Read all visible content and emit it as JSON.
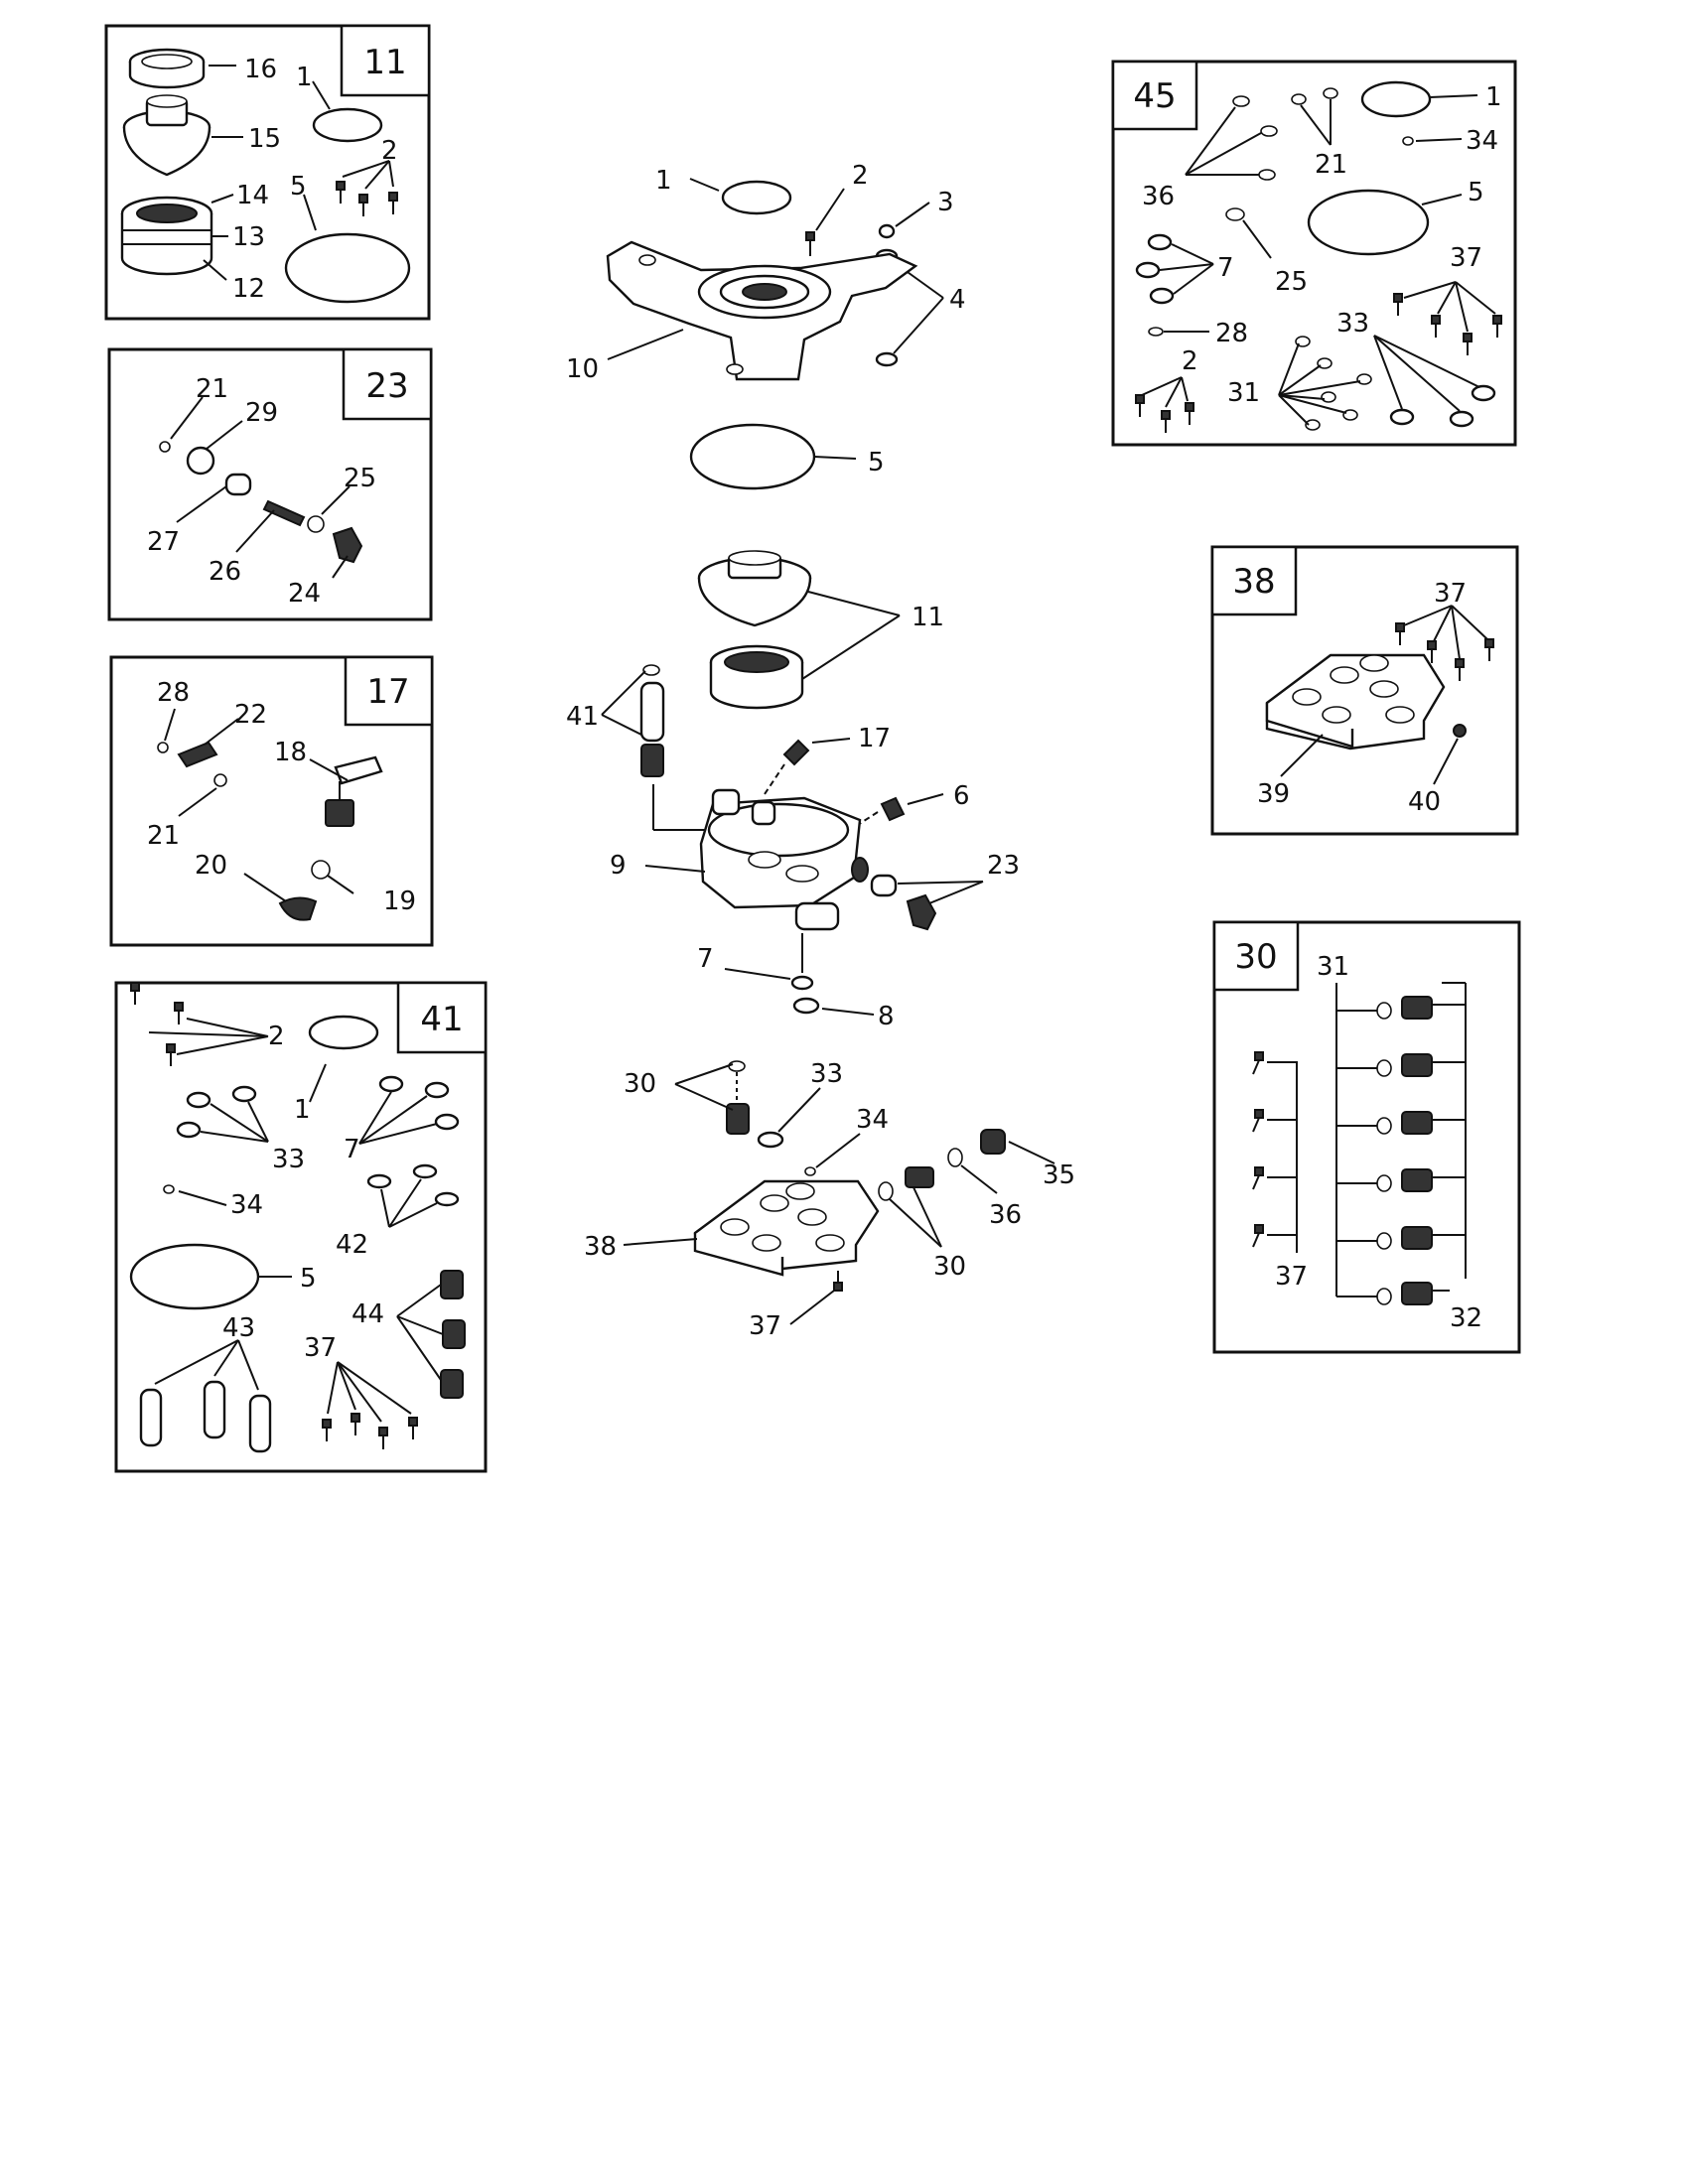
{
  "panels": {
    "p11": {
      "title": "11",
      "labels": [
        "16",
        "15",
        "14",
        "13",
        "12",
        "1",
        "2",
        "5"
      ]
    },
    "p23": {
      "title": "23",
      "labels": [
        "21",
        "29",
        "25",
        "27",
        "26",
        "24"
      ]
    },
    "p17": {
      "title": "17",
      "labels": [
        "28",
        "22",
        "18",
        "21",
        "20",
        "19"
      ]
    },
    "p41": {
      "title": "41",
      "labels": [
        "2",
        "1",
        "33",
        "7",
        "34",
        "42",
        "5",
        "44",
        "43",
        "37"
      ]
    },
    "p45": {
      "title": "45",
      "labels": [
        "1",
        "34",
        "21",
        "36",
        "5",
        "7",
        "25",
        "37",
        "28",
        "33",
        "2",
        "31"
      ]
    },
    "p38": {
      "title": "38",
      "labels": [
        "37",
        "39",
        "40"
      ]
    },
    "p30": {
      "title": "30",
      "labels": [
        "31",
        "37",
        "32"
      ]
    }
  },
  "center": {
    "labels": [
      "1",
      "2",
      "3",
      "4",
      "10",
      "5",
      "11",
      "41",
      "17",
      "6",
      "9",
      "23",
      "7",
      "8",
      "30",
      "33",
      "34",
      "35",
      "36",
      "38",
      "30",
      "37"
    ]
  },
  "icons": {
    "o_ring": "o-ring-icon",
    "bolt": "bolt-icon",
    "spring": "spring-icon",
    "piston": "piston-icon"
  }
}
